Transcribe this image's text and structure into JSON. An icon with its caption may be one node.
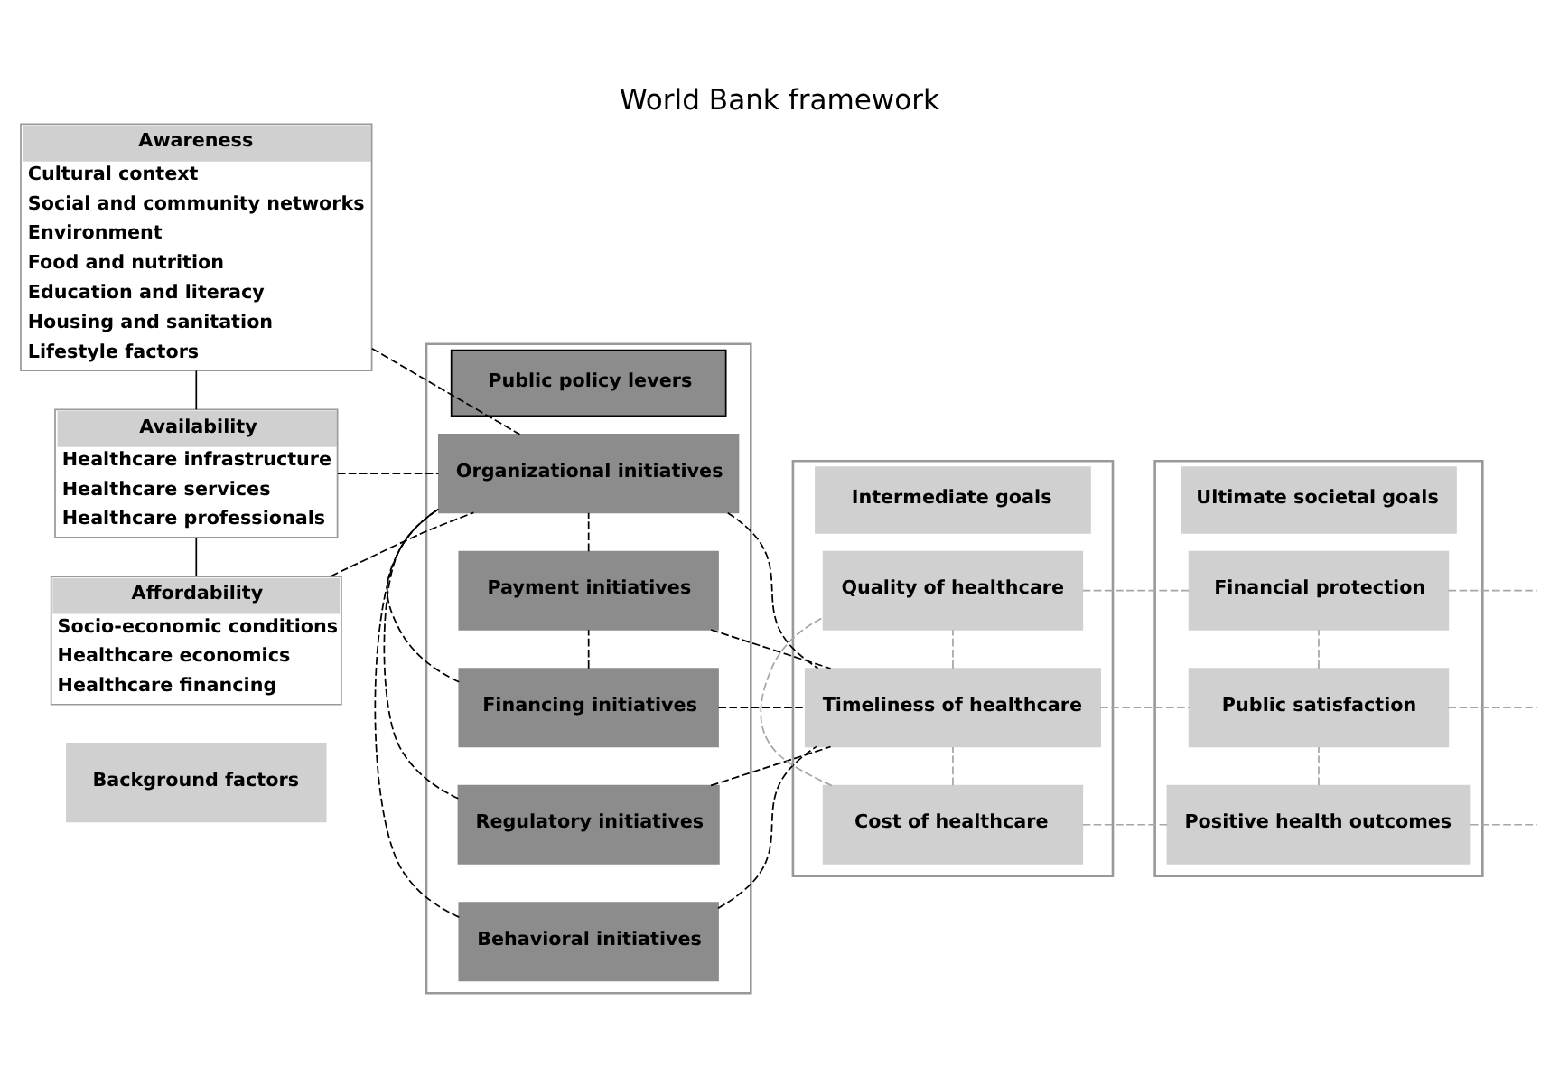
{
  "diagram": {
    "title": "World Bank framework",
    "nodes": [
      {
        "text": [
          "Background factors"
        ]
      },
      {
        "text": [
          "Awareness",
          "Cultural context",
          "Social and community networks",
          "Environment",
          "Food and nutrition",
          "Education and literacy",
          "Housing and sanitation",
          "Lifestyle factors"
        ]
      },
      {
        "text": [
          "Availability",
          "Healthcare infrastructure",
          "Healthcare services",
          "Healthcare professionals"
        ]
      },
      {
        "text": [
          "Affordability",
          "Socio-economic conditions",
          "Healthcare economics",
          "Healthcare financing"
        ]
      },
      {
        "text": [
          "Public policy levers"
        ]
      },
      {
        "text": [
          "Financing initiatives"
        ],
        "in": 4
      },
      {
        "text": [
          "Payment initiatives"
        ],
        "in": 4
      },
      {
        "text": [
          "Organizational initiatives"
        ],
        "in": 4
      },
      {
        "text": [
          "Regulatory initiatives"
        ],
        "in": 4
      },
      {
        "text": [
          "Behavioral initiatives"
        ],
        "in": 4
      },
      {
        "text": [
          "Intermediate goals"
        ]
      },
      {
        "text": [
          "Cost of healthcare"
        ],
        "in": 10
      },
      {
        "text": [
          "Timeliness of healthcare"
        ],
        "in": 10
      },
      {
        "text": [
          "Quality of healthcare"
        ],
        "in": 10
      },
      {
        "text": [
          "Ultimate societal goals"
        ]
      },
      {
        "text": [
          "Positive health outcomes"
        ],
        "in": 14
      },
      {
        "text": [
          "Public satisfaction"
        ],
        "in": 14
      },
      {
        "text": [
          "Financial protection"
        ],
        "in": 14
      }
    ],
    "edges": [
      {
        "from": 1,
        "to": 2,
        "arrow": "none"
      },
      {
        "from": 2,
        "to": 3,
        "arrow": "none"
      },
      {
        "from": 1,
        "to": 7,
        "arrow": "none",
        "style": "dashed"
      },
      {
        "from": 2,
        "to": 7,
        "arrow": "none",
        "style": "dashed"
      },
      {
        "from": 3,
        "to": 7,
        "arrow": "none",
        "style": "dashed"
      },
      {
        "from": 5,
        "to": 6,
        "arrow": "none",
        "style": "dashed"
      },
      {
        "from": 5,
        "to": 7,
        "arrow": "none",
        "style": "dashed"
      },
      {
        "from": 6,
        "to": 7,
        "arrow": "none",
        "style": "dashed"
      },
      {
        "from": 8,
        "to": 7,
        "arrow": "none",
        "style": "dashed"
      },
      {
        "from": 9,
        "to": 7,
        "arrow": "none",
        "style": "dashed"
      },
      {
        "from": 5,
        "to": 12,
        "arrow": "none",
        "style": "dashed"
      },
      {
        "from": 6,
        "to": 12,
        "arrow": "none",
        "style": "dashed"
      },
      {
        "from": 7,
        "to": 12,
        "arrow": "none",
        "style": "dashed"
      },
      {
        "from": 8,
        "to": 12,
        "arrow": "none",
        "style": "dashed"
      },
      {
        "from": 9,
        "to": 12,
        "arrow": "none",
        "style": "dashed"
      },
      {
        "from": 11,
        "to": 12,
        "arrow": "none",
        "style": "dashed",
        "color": "#a6a6a6"
      },
      {
        "from": 12,
        "to": 13,
        "arrow": "none",
        "style": "dashed",
        "color": "#a6a6a6"
      },
      {
        "from": 11,
        "to": 13,
        "arrow": "none",
        "style": "dashed",
        "color": "#a6a6a6"
      },
      {
        "from": 11,
        "to": 15,
        "arrow": "none",
        "style": "dashed",
        "color": "#a6a6a6"
      },
      {
        "from": 12,
        "to": 16,
        "arrow": "none",
        "style": "dashed",
        "color": "#a6a6a6"
      },
      {
        "from": 13,
        "to": 17,
        "arrow": "none",
        "style": "dashed",
        "color": "#a6a6a6"
      },
      {
        "from": 15,
        "to": 16,
        "arrow": "none",
        "style": "dashed",
        "color": "#a6a6a6"
      },
      {
        "from": 16,
        "to": 17,
        "arrow": "none",
        "style": "dashed",
        "color": "#a6a6a6"
      },
      {
        "from": 15,
        "to": null,
        "arrow": "none",
        "style": "dashed",
        "color": "#a6a6a6"
      },
      {
        "from": 16,
        "to": null,
        "arrow": "none",
        "style": "dashed",
        "color": "#a6a6a6"
      },
      {
        "from": 17,
        "to": null,
        "arrow": "none",
        "style": "dashed",
        "color": "#a6a6a6"
      }
    ]
  }
}
